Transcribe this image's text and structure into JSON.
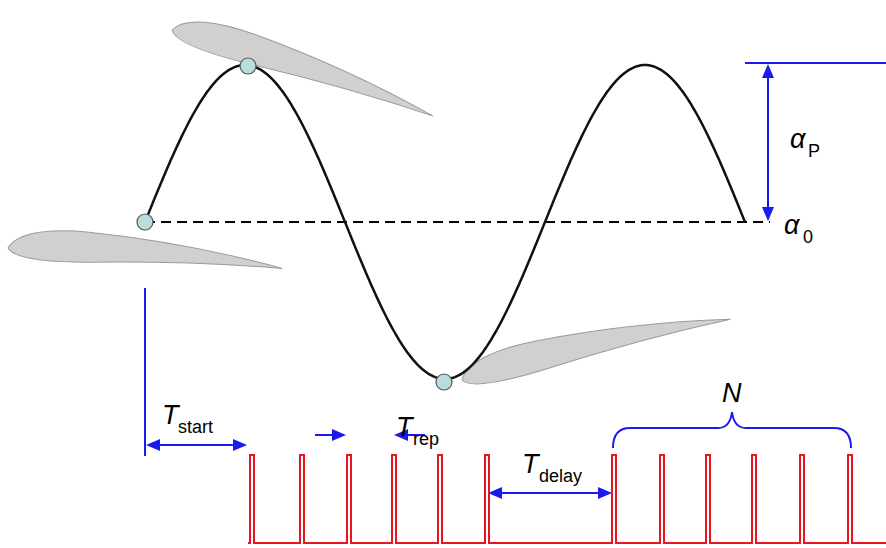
{
  "diagram": {
    "labels": [
      "α",
      "P",
      "α",
      "0",
      "T",
      "start",
      "T",
      "rep",
      "T",
      "delay",
      "N"
    ]
  }
}
